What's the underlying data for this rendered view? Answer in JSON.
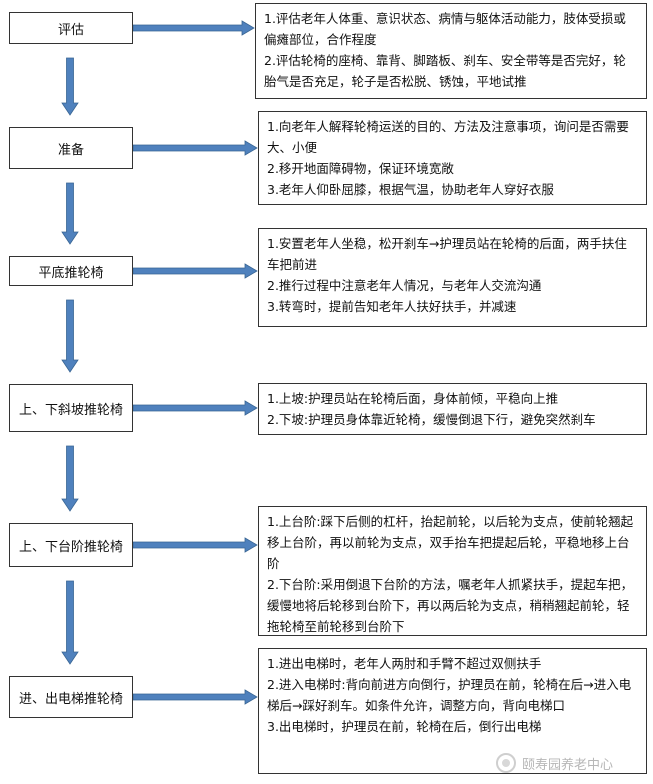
{
  "steps": [
    {
      "label": "评估",
      "details": [
        "1.评估老年人体重、意识状态、病情与躯体活动能力，肢体受损或偏瘫部位，合作程度",
        "2.评估轮椅的座椅、靠背、脚踏板、刹车、安全带等是否完好，轮胎气是否充足，轮子是否松脱、锈蚀，平地试推"
      ]
    },
    {
      "label": "准备",
      "details": [
        "1.向老年人解释轮椅运送的目的、方法及注意事项，询问是否需要大、小便",
        "2.移开地面障碍物，保证环境宽敞",
        "3.老年人仰卧屈膝，根据气温，协助老年人穿好衣服"
      ]
    },
    {
      "label": "平底推轮椅",
      "details": [
        "1.安置老年人坐稳，松开刹车→护理员站在轮椅的后面，两手扶住车把前进",
        "2.推行过程中注意老年人情况，与老年人交流沟通",
        "3.转弯时，提前告知老年人扶好扶手，并减速"
      ]
    },
    {
      "label": "上、下斜坡推轮椅",
      "details": [
        "1.上坡:护理员站在轮椅后面，身体前倾，平稳向上推",
        "2.下坡:护理员身体靠近轮椅，缓慢倒退下行，避免突然刹车"
      ]
    },
    {
      "label": "上、下台阶推轮椅",
      "details": [
        "1.上台阶:踩下后侧的杠杆，抬起前轮，以后轮为支点，使前轮翘起移上台阶，再以前轮为支点，双手抬车把提起后轮，平稳地移上台阶",
        "2.下台阶:采用倒退下台阶的方法，嘱老年人抓紧扶手，提起车把，缓慢地将后轮移到台阶下，再以两后轮为支点，稍稍翘起前轮，轻拖轮椅至前轮移到台阶下"
      ]
    },
    {
      "label": "进、出电梯推轮椅",
      "details": [
        "1.进出电梯时，老年人两肘和手臂不超过双侧扶手",
        "2.进入电梯时:背向前进方向倒行，护理员在前，轮椅在后→进入电梯后→踩好刹车。如条件允许，调整方向，背向电梯口",
        "3.出电梯时，护理员在前，轮椅在后，倒行出电梯"
      ]
    }
  ],
  "watermark": "颐寿园养老中心",
  "colors": {
    "arrow": "#4f81bd",
    "arrow_stroke": "#3a6694",
    "border": "#333333"
  }
}
